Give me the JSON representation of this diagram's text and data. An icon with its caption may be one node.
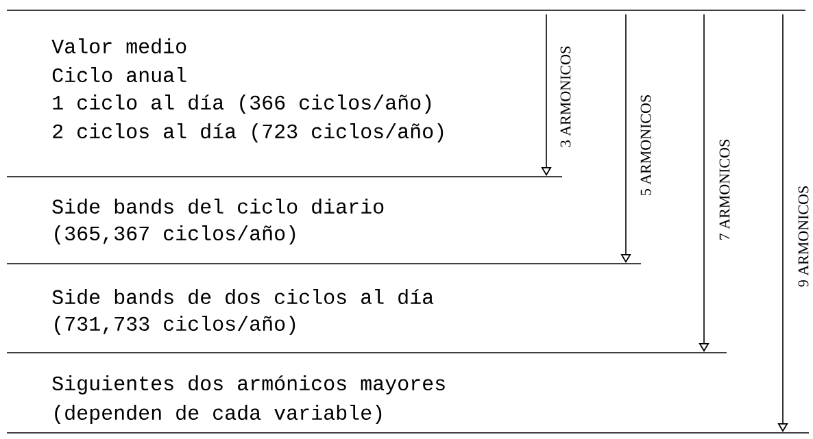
{
  "diagram": {
    "labels": [
      "Valor medio",
      "Ciclo anual",
      "1 ciclo al día (366 ciclos/año)",
      "2 ciclos al día (723 ciclos/año)",
      "3 ARMONICOS",
      "5 ARMONICOS",
      "7 ARMONICOS",
      "9 ARMONICOS",
      "Side bands del ciclo diario",
      "(365,367 ciclos/año)",
      "Side bands de dos ciclos al día",
      "(731,733 ciclos/año)",
      "Siguientes dos armónicos mayores",
      "(dependen de cada variable)"
    ]
  }
}
